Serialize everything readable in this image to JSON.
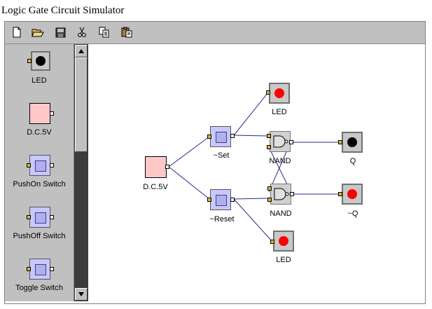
{
  "window": {
    "title": "Logic Gate Circuit Simulator"
  },
  "toolbar": {
    "buttons": [
      {
        "name": "new-icon"
      },
      {
        "name": "open-icon"
      },
      {
        "name": "save-icon"
      },
      {
        "name": "cut-icon"
      },
      {
        "name": "copy-icon"
      },
      {
        "name": "paste-icon"
      }
    ]
  },
  "palette": {
    "items": [
      {
        "label": "LED"
      },
      {
        "label": "D.C.5V"
      },
      {
        "label": "PushOn Switch"
      },
      {
        "label": "PushOff Switch"
      },
      {
        "label": "Toggle Switch"
      }
    ]
  },
  "canvas": {
    "dc_label": "D.C.5V",
    "set_label": "~Set",
    "reset_label": "~Reset",
    "led_top_label": "LED",
    "led_bottom_label": "LED",
    "nand_top_label": "NAND",
    "nand_bottom_label": "NAND",
    "q_label": "Q",
    "nq_label": "~Q"
  },
  "colors": {
    "led_on": "#ff0000",
    "led_off": "#000000",
    "dc_fill": "#ffc8c8",
    "switch_fill": "#c8c8ff",
    "wire": "#2a2a8a"
  }
}
